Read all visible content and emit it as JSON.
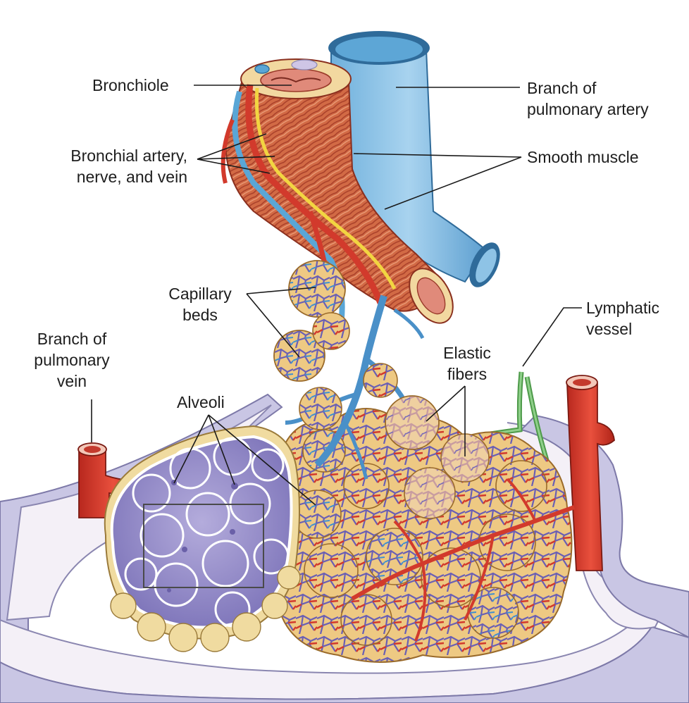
{
  "labels": {
    "bronchiole": "Bronchiole",
    "branch_pulmonary_artery": [
      "Branch of",
      "pulmonary artery"
    ],
    "bronchial_artery_nerve_vein": [
      "Bronchial artery,",
      "nerve, and vein"
    ],
    "smooth_muscle": "Smooth muscle",
    "capillary_beds": [
      "Capillary",
      "beds"
    ],
    "lymphatic_vessel": [
      "Lymphatic",
      "vessel"
    ],
    "branch_pulmonary_vein": [
      "Branch of",
      "pulmonary",
      "vein"
    ],
    "elastic_fibers": [
      "Elastic",
      "fibers"
    ],
    "alveoli": "Alveoli"
  },
  "colors": {
    "artery_red": "#d23a2c",
    "vein_blue": "#5aa6d6",
    "pulmonary_artery_blue": "#8ec3e6",
    "alveolus_purple": "#8e86c6",
    "capillary_purple": "#6a5fb4",
    "smooth_muscle_orange": "#d8704a",
    "alveolar_sac_tan": "#ecc98a",
    "nerve_yellow": "#f2d541",
    "lymphatic_green": "#6fb56a",
    "pleura_lavender": "#c9c6e4"
  }
}
